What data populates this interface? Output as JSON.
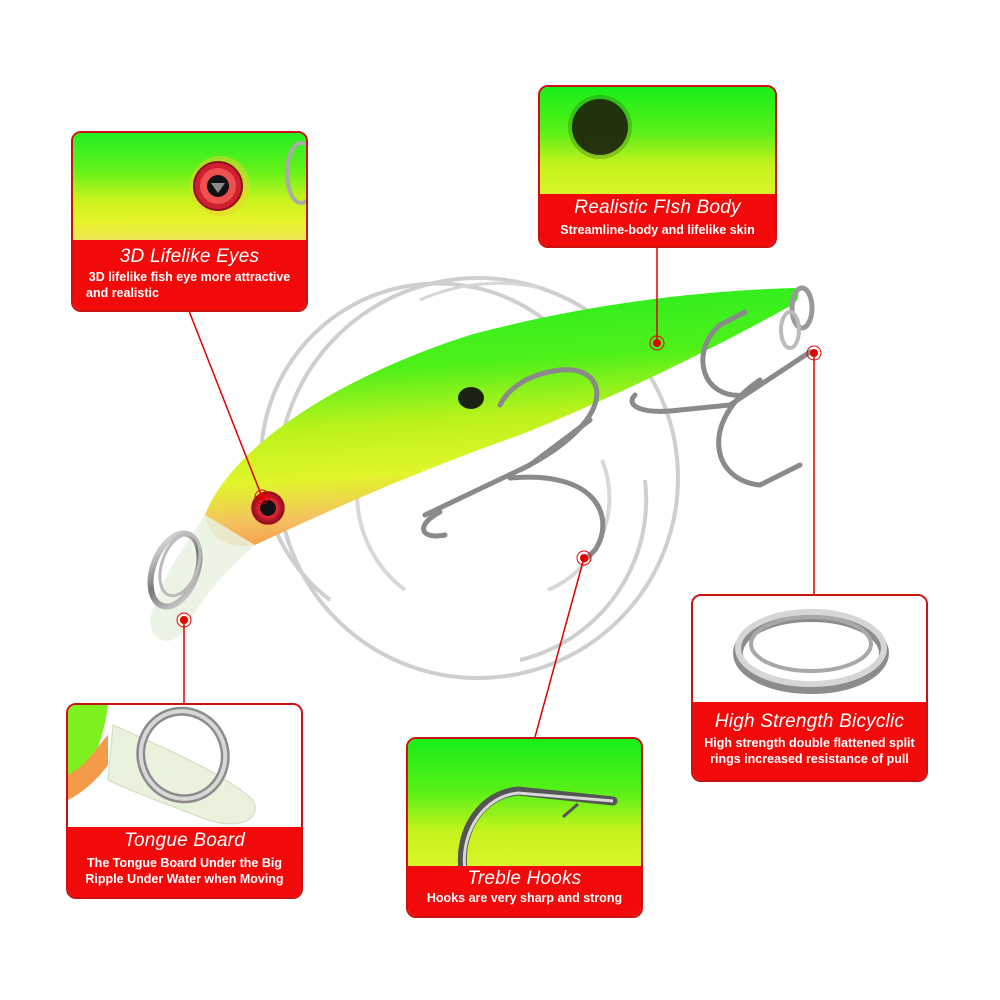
{
  "colors": {
    "accent_red": "#f20a0a",
    "border_red": "#cc1111",
    "lure_green": "#22ee22",
    "lure_yellow": "#d8f51e",
    "lure_orange": "#f5a050",
    "ring_gray": "#c8c8c8",
    "background": "#ffffff"
  },
  "callouts": [
    {
      "id": "eyes",
      "title": "3D Lifelike  Eyes",
      "description_lines": [
        "3D lifelike fish eye more attractive",
        "and realistic"
      ]
    },
    {
      "id": "body",
      "title": "Realistic FIsh Body",
      "description_lines": [
        "Streamline-body and lifelike skin"
      ]
    },
    {
      "id": "bicyclic",
      "title": "High Strength Bicyclic",
      "description_lines": [
        "High strength double flattened split",
        "rings increased resistance of pull"
      ]
    },
    {
      "id": "tongue",
      "title": "Tongue Board",
      "description_lines": [
        "The Tongue Board Under the Big",
        "Ripple Under Water when Moving"
      ]
    },
    {
      "id": "hooks",
      "title": "Treble Hooks",
      "description_lines": [
        "Hooks are very sharp and strong"
      ]
    }
  ],
  "product": {
    "name": "fishing-lure-minnow",
    "features": [
      "3D eyes",
      "realistic body",
      "split rings",
      "tongue board",
      "treble hooks"
    ]
  }
}
